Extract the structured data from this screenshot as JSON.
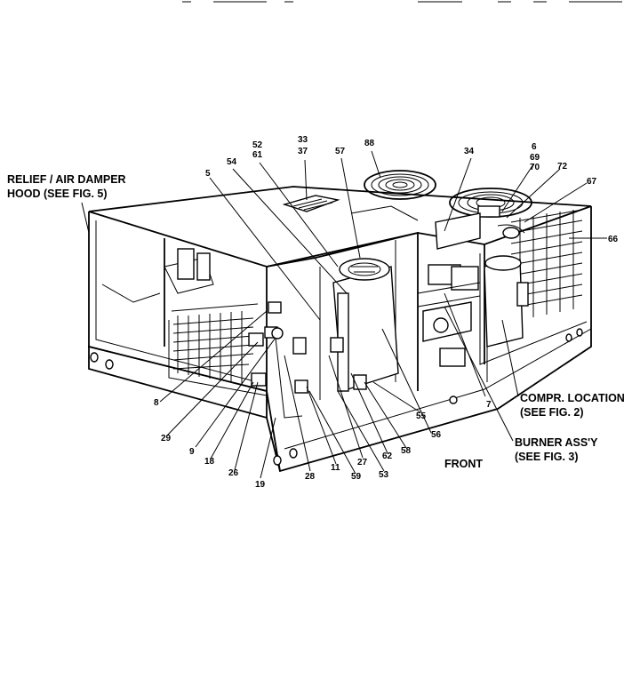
{
  "callouts": {
    "relief_line1": "RELIEF / AIR DAMPER",
    "relief_line2": "HOOD (SEE FIG. 5)",
    "compr_line1": "COMPR. LOCATION",
    "compr_line2": "(SEE FIG. 2)",
    "burner_line1": "BURNER ASS'Y",
    "burner_line2": "(SEE FIG. 3)",
    "front": "FRONT"
  },
  "part_numbers": {
    "p52": "52",
    "p61": "61",
    "p33": "33",
    "p37": "37",
    "p88": "88",
    "p5": "5",
    "p54": "54",
    "p57": "57",
    "p34": "34",
    "p6": "6",
    "p69": "69",
    "p70": "70",
    "p72": "72",
    "p67": "67",
    "p66": "66",
    "p8": "8",
    "p29": "29",
    "p9": "9",
    "p18": "18",
    "p26": "26",
    "p19": "19",
    "p28": "28",
    "p11": "11",
    "p59": "59",
    "p27": "27",
    "p53": "53",
    "p62": "62",
    "p58": "58",
    "p55": "55",
    "p56": "56",
    "p7": "7"
  }
}
